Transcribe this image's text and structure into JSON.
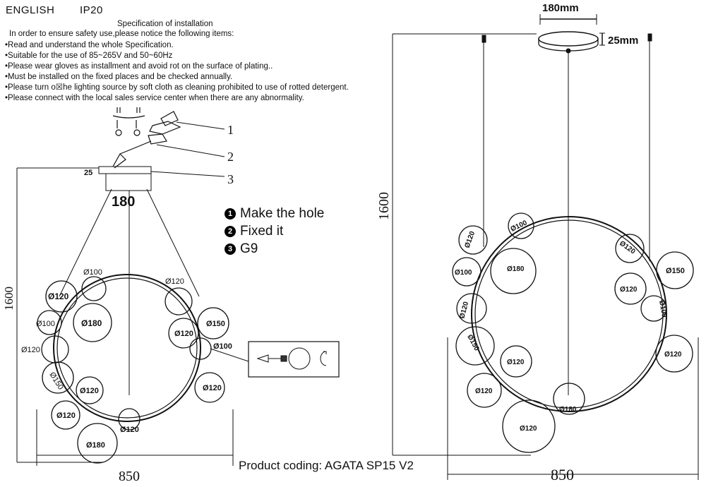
{
  "header": {
    "language": "ENGLISH",
    "ip_rating": "IP20"
  },
  "spec": {
    "title": "Specification of installation",
    "intro": "In order to ensure safety use,please notice the following items:",
    "items": [
      "•Read and understand the whole Specification.",
      "•Suitable for the use of 85~265V and 50~60Hz",
      "•Please wear gloves as installment and avoid rot on the surface of plating..",
      "•Must be installed on the fixed places and be checked annually.",
      "•Please turn o☒he lighting source by soft cloth as cleaning prohibited to use of rotted detergent.",
      "•Please connect with the local sales service center when there are any abnormality."
    ]
  },
  "callouts": [
    "1",
    "2",
    "3"
  ],
  "steps": [
    {
      "num": "1",
      "label": "Make the hole"
    },
    {
      "num": "2",
      "label": "Fixed it"
    },
    {
      "num": "3",
      "label": "G9"
    }
  ],
  "left_drawing": {
    "canopy_thickness": "25",
    "canopy_width": "180",
    "height": "1600",
    "width": "850",
    "bubbles": [
      "Ø100",
      "Ø120",
      "Ø100",
      "Ø180",
      "Ø120",
      "Ø150",
      "Ø120",
      "Ø120",
      "Ø120",
      "Ø120",
      "Ø150",
      "Ø100",
      "Ø120",
      "Ø120",
      "Ø180"
    ]
  },
  "right_drawing": {
    "canopy_width": "180mm",
    "canopy_thickness": "25mm",
    "height": "1600",
    "width": "850",
    "bubbles": [
      "Ø120",
      "Ø100",
      "Ø100",
      "Ø180",
      "Ø120",
      "Ø150",
      "Ø120",
      "Ø120",
      "Ø100",
      "Ø150",
      "Ø120",
      "Ø120",
      "Ø120",
      "Ø180",
      "Ø120"
    ]
  },
  "product_coding": "Product coding: AGATA SP15 V2"
}
